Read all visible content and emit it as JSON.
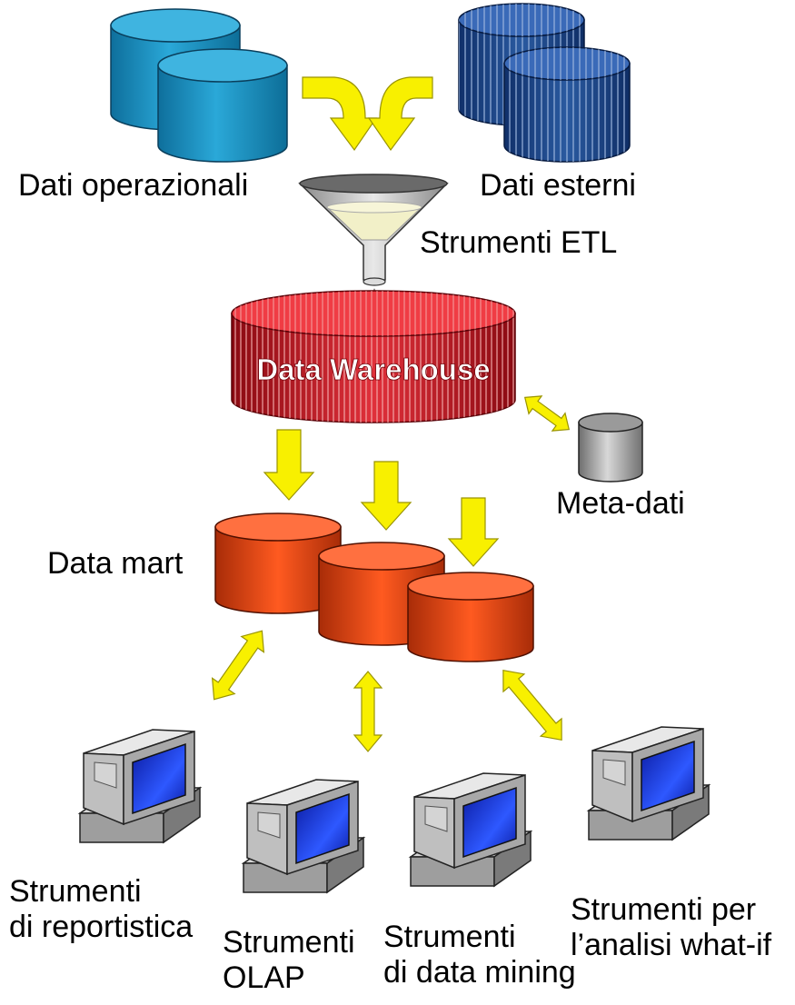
{
  "sources": {
    "operational_label": "Dati operazionali",
    "external_label": "Dati esterni"
  },
  "etl_label": "Strumenti ETL",
  "warehouse_label": "Data Warehouse",
  "metadata_label": "Meta-dati",
  "datamart_label": "Data mart",
  "tools": {
    "reporting": "Strumenti\ndi reportistica",
    "olap": "Strumenti\nOLAP",
    "data_mining": "Strumenti\ndi data mining",
    "what_if": "Strumenti per\nl’analisi what-if"
  },
  "colors": {
    "arrow": "#f8f000",
    "operational_db": "#1a90c0",
    "external_db": "#1a3f80",
    "warehouse": "#c0141e",
    "datamart": "#f05018",
    "metadata": "#a0a0a0",
    "screen": "#1830d8"
  }
}
